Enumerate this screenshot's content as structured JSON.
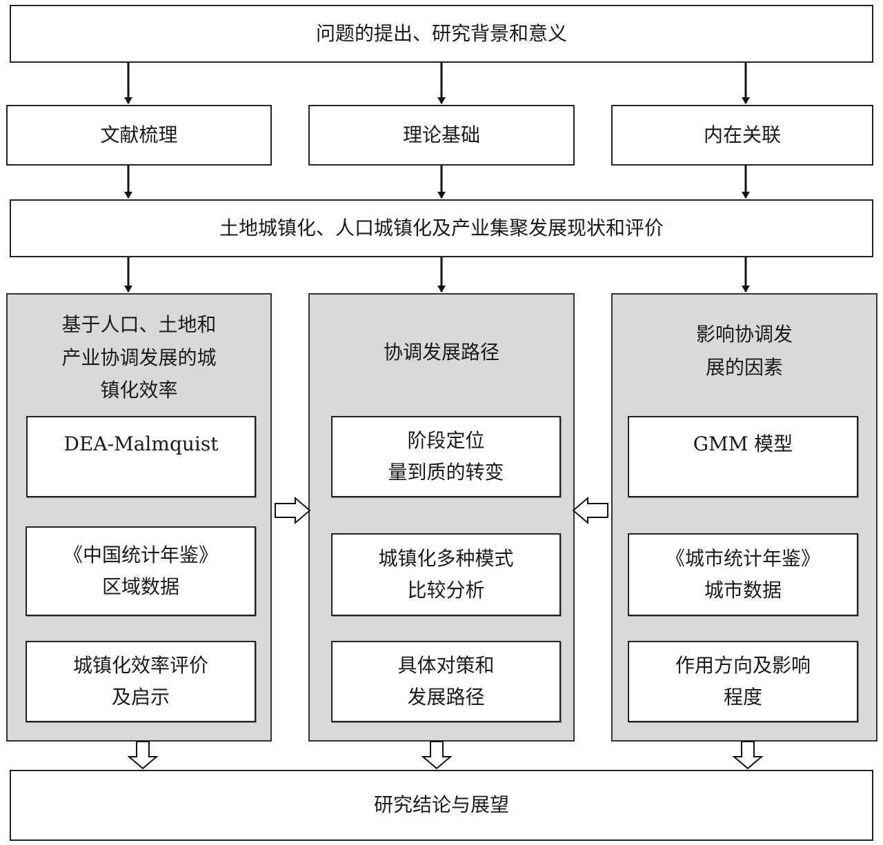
{
  "top_box": "问题的提出、研究背景和意义",
  "row2": {
    "literature": "文献梳理",
    "theory": "理论基础",
    "relation": "内在关联"
  },
  "status_box": "土地城镇化、人口城镇化及产业集聚发展现状和评价",
  "left_panel": {
    "title_lines": [
      "基于人口、土地和",
      "产业协调发展的城",
      "镇化效率"
    ],
    "box1": [
      "DEA-Malmquist"
    ],
    "box2": [
      "《中国统计年鉴》",
      "区域数据"
    ],
    "box3": [
      "城镇化效率评价",
      "及启示"
    ]
  },
  "middle_panel": {
    "title_lines": [
      "协调发展路径"
    ],
    "box1": [
      "阶段定位",
      "量到质的转变"
    ],
    "box2": [
      "城镇化多种模式",
      "比较分析"
    ],
    "box3": [
      "具体对策和",
      "发展路径"
    ]
  },
  "right_panel": {
    "title_lines": [
      "影响协调发",
      "展的因素"
    ],
    "box1": [
      "GMM 模型"
    ],
    "box2": [
      "《城市统计年鉴》",
      "城市数据"
    ],
    "box3": [
      "作用方向及影响",
      "程度"
    ]
  },
  "bottom_box": "研究结论与展望",
  "colors": {
    "panel_fill": "#d9d9d9",
    "border": "#222222"
  }
}
